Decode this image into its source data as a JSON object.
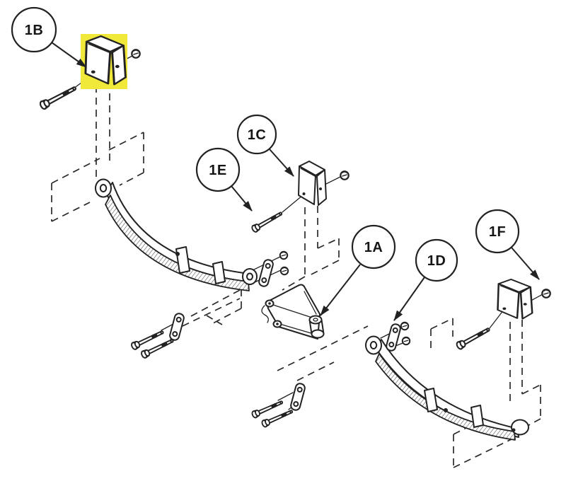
{
  "diagram": {
    "type": "exploded-parts-diagram",
    "subject": "tandem-axle-leaf-spring-suspension",
    "background_color": "#ffffff",
    "line_color": "#222222",
    "highlight_color": "#f1e93a",
    "highlighted_callout": "1B",
    "callouts": [
      {
        "label": "1A",
        "part": "equalizer"
      },
      {
        "label": "1B",
        "part": "front-hanger-bracket-highlighted"
      },
      {
        "label": "1C",
        "part": "center-hanger-bracket"
      },
      {
        "label": "1D",
        "part": "shackle-link-plate"
      },
      {
        "label": "1E",
        "part": "hanger-bolt"
      },
      {
        "label": "1F",
        "part": "rear-hanger-bracket"
      }
    ]
  }
}
